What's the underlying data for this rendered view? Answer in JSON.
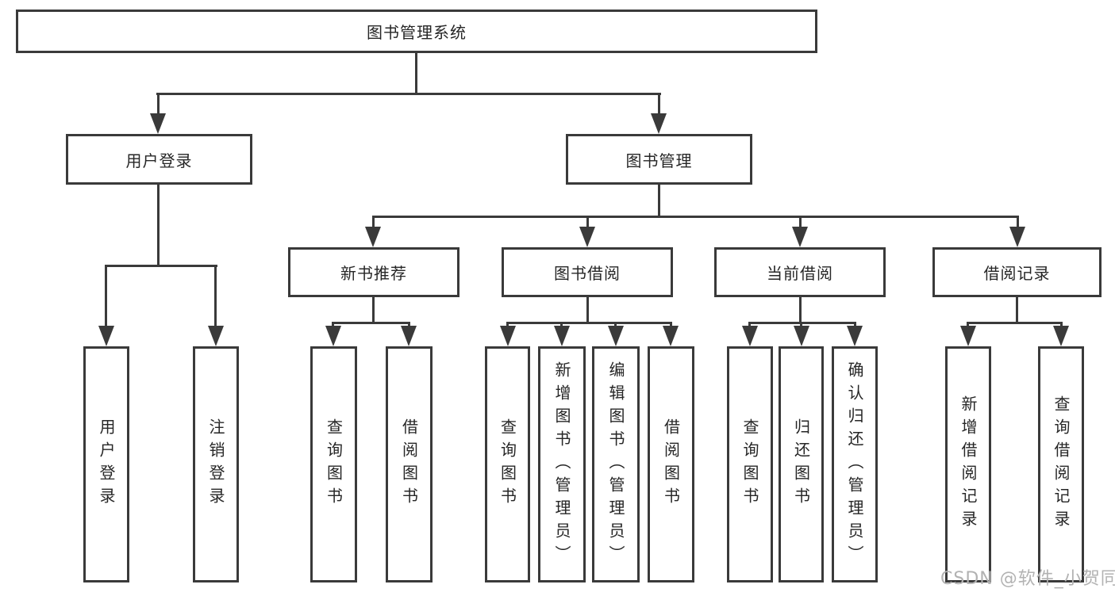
{
  "diagram": {
    "root": {
      "label": "图书管理系统",
      "children": [
        {
          "label": "用户登录",
          "children": [
            {
              "label": "用户登录"
            },
            {
              "label": "注销登录"
            }
          ]
        },
        {
          "label": "图书管理",
          "children": [
            {
              "label": "新书推荐",
              "children": [
                {
                  "label": "查询图书"
                },
                {
                  "label": "借阅图书"
                }
              ]
            },
            {
              "label": "图书借阅",
              "children": [
                {
                  "label": "查询图书"
                },
                {
                  "label": "新增图书（管理员）"
                },
                {
                  "label": "编辑图书（管理员）"
                },
                {
                  "label": "借阅图书"
                }
              ]
            },
            {
              "label": "当前借阅",
              "children": [
                {
                  "label": "查询图书"
                },
                {
                  "label": "归还图书"
                },
                {
                  "label": "确认归还（管理员）"
                }
              ]
            },
            {
              "label": "借阅记录",
              "children": [
                {
                  "label": "新增借阅记录"
                },
                {
                  "label": "查询借阅记录"
                }
              ]
            }
          ]
        }
      ]
    }
  },
  "watermark": {
    "text": "CSDN @软件_小贺同学"
  },
  "colors": {
    "line": "#3a3a3a",
    "text": "#262626",
    "background": "#ffffff",
    "watermark": "#b2b2b2"
  }
}
